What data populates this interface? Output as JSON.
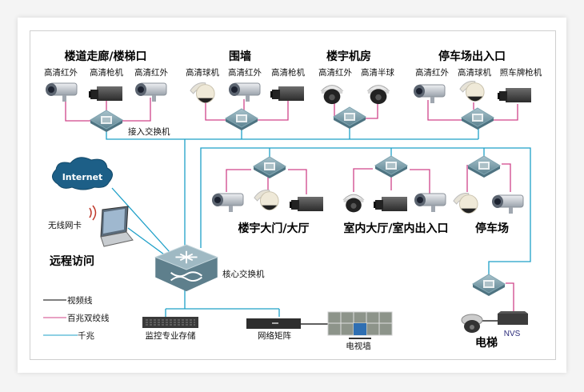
{
  "areas": {
    "corridor": {
      "title": "楼道走廊/楼梯口",
      "cams": [
        "高清红外",
        "高清枪机",
        "高清红外"
      ]
    },
    "wall": {
      "title": "围墙",
      "cams": [
        "高清球机",
        "高清红外",
        "高清枪机"
      ]
    },
    "machine_room": {
      "title": "楼宇机房",
      "cams": [
        "高清红外",
        "高清半球"
      ]
    },
    "parking_entrance": {
      "title": "停车场出入口",
      "cams": [
        "高清红外",
        "高清球机",
        "照车牌枪机"
      ]
    },
    "building_gate": {
      "title": "楼宇大门/大厅"
    },
    "indoor_hall": {
      "title": "室内大厅/室内出入口"
    },
    "parking": {
      "title": "停车场"
    },
    "elevator": {
      "title": "电梯",
      "nvs": "NVS"
    }
  },
  "access_switch_label": "接入交换机",
  "core_switch_label": "核心交换机",
  "internet": "Internet",
  "wireless_card": "无线网卡",
  "remote_access": "远程访问",
  "storage": "监控专业存储",
  "matrix": "网络矩阵",
  "tv_wall": "电视墙",
  "legend": {
    "video": "视频线",
    "fast_ethernet": "百兆双绞线",
    "gigabit": "千兆"
  },
  "colors": {
    "gigabit": "#1ea0c8",
    "fast_ethernet": "#d0448a",
    "video": "#000000"
  }
}
